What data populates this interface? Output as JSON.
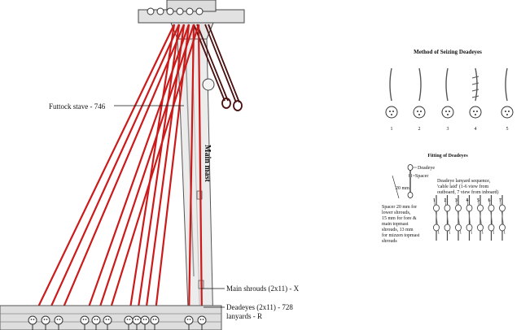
{
  "main_labels": {
    "futtock": "Futtock stave - 746",
    "main_mast": "Main mast",
    "main_shrouds": "Main shrouds (2x11) - X",
    "deadeyes_line1": "Deadeyes (2x11) - 728",
    "deadeyes_line2": "lanyards - R"
  },
  "seizing_panel": {
    "title": "Method of Seizing Deadeyes",
    "steps": [
      "1",
      "2",
      "3",
      "4",
      "5"
    ]
  },
  "fitting_panel": {
    "title": "Fitting of Deadeyes",
    "deadeye_label": "Deadeye",
    "spacer_label": "Spacer",
    "dimension": "20 mm",
    "spacer_note": [
      "Spacer 20 mm for",
      "lower shrouds,",
      "15 mm for fore &",
      "main topmast",
      "shrouds, 13 mm",
      "for mizzen topmast",
      "shrouds"
    ],
    "lanyard_note": [
      "Deadeye lanyard sequence,",
      "'cable laid' (1-6 view from",
      "outboard, 7 view from inboard)"
    ],
    "sequence": [
      "1",
      "2",
      "3",
      "4",
      "5",
      "6",
      "7"
    ]
  },
  "colors": {
    "shroud": "#cc1a1a",
    "mast": "#ececec",
    "outline": "#333333"
  }
}
